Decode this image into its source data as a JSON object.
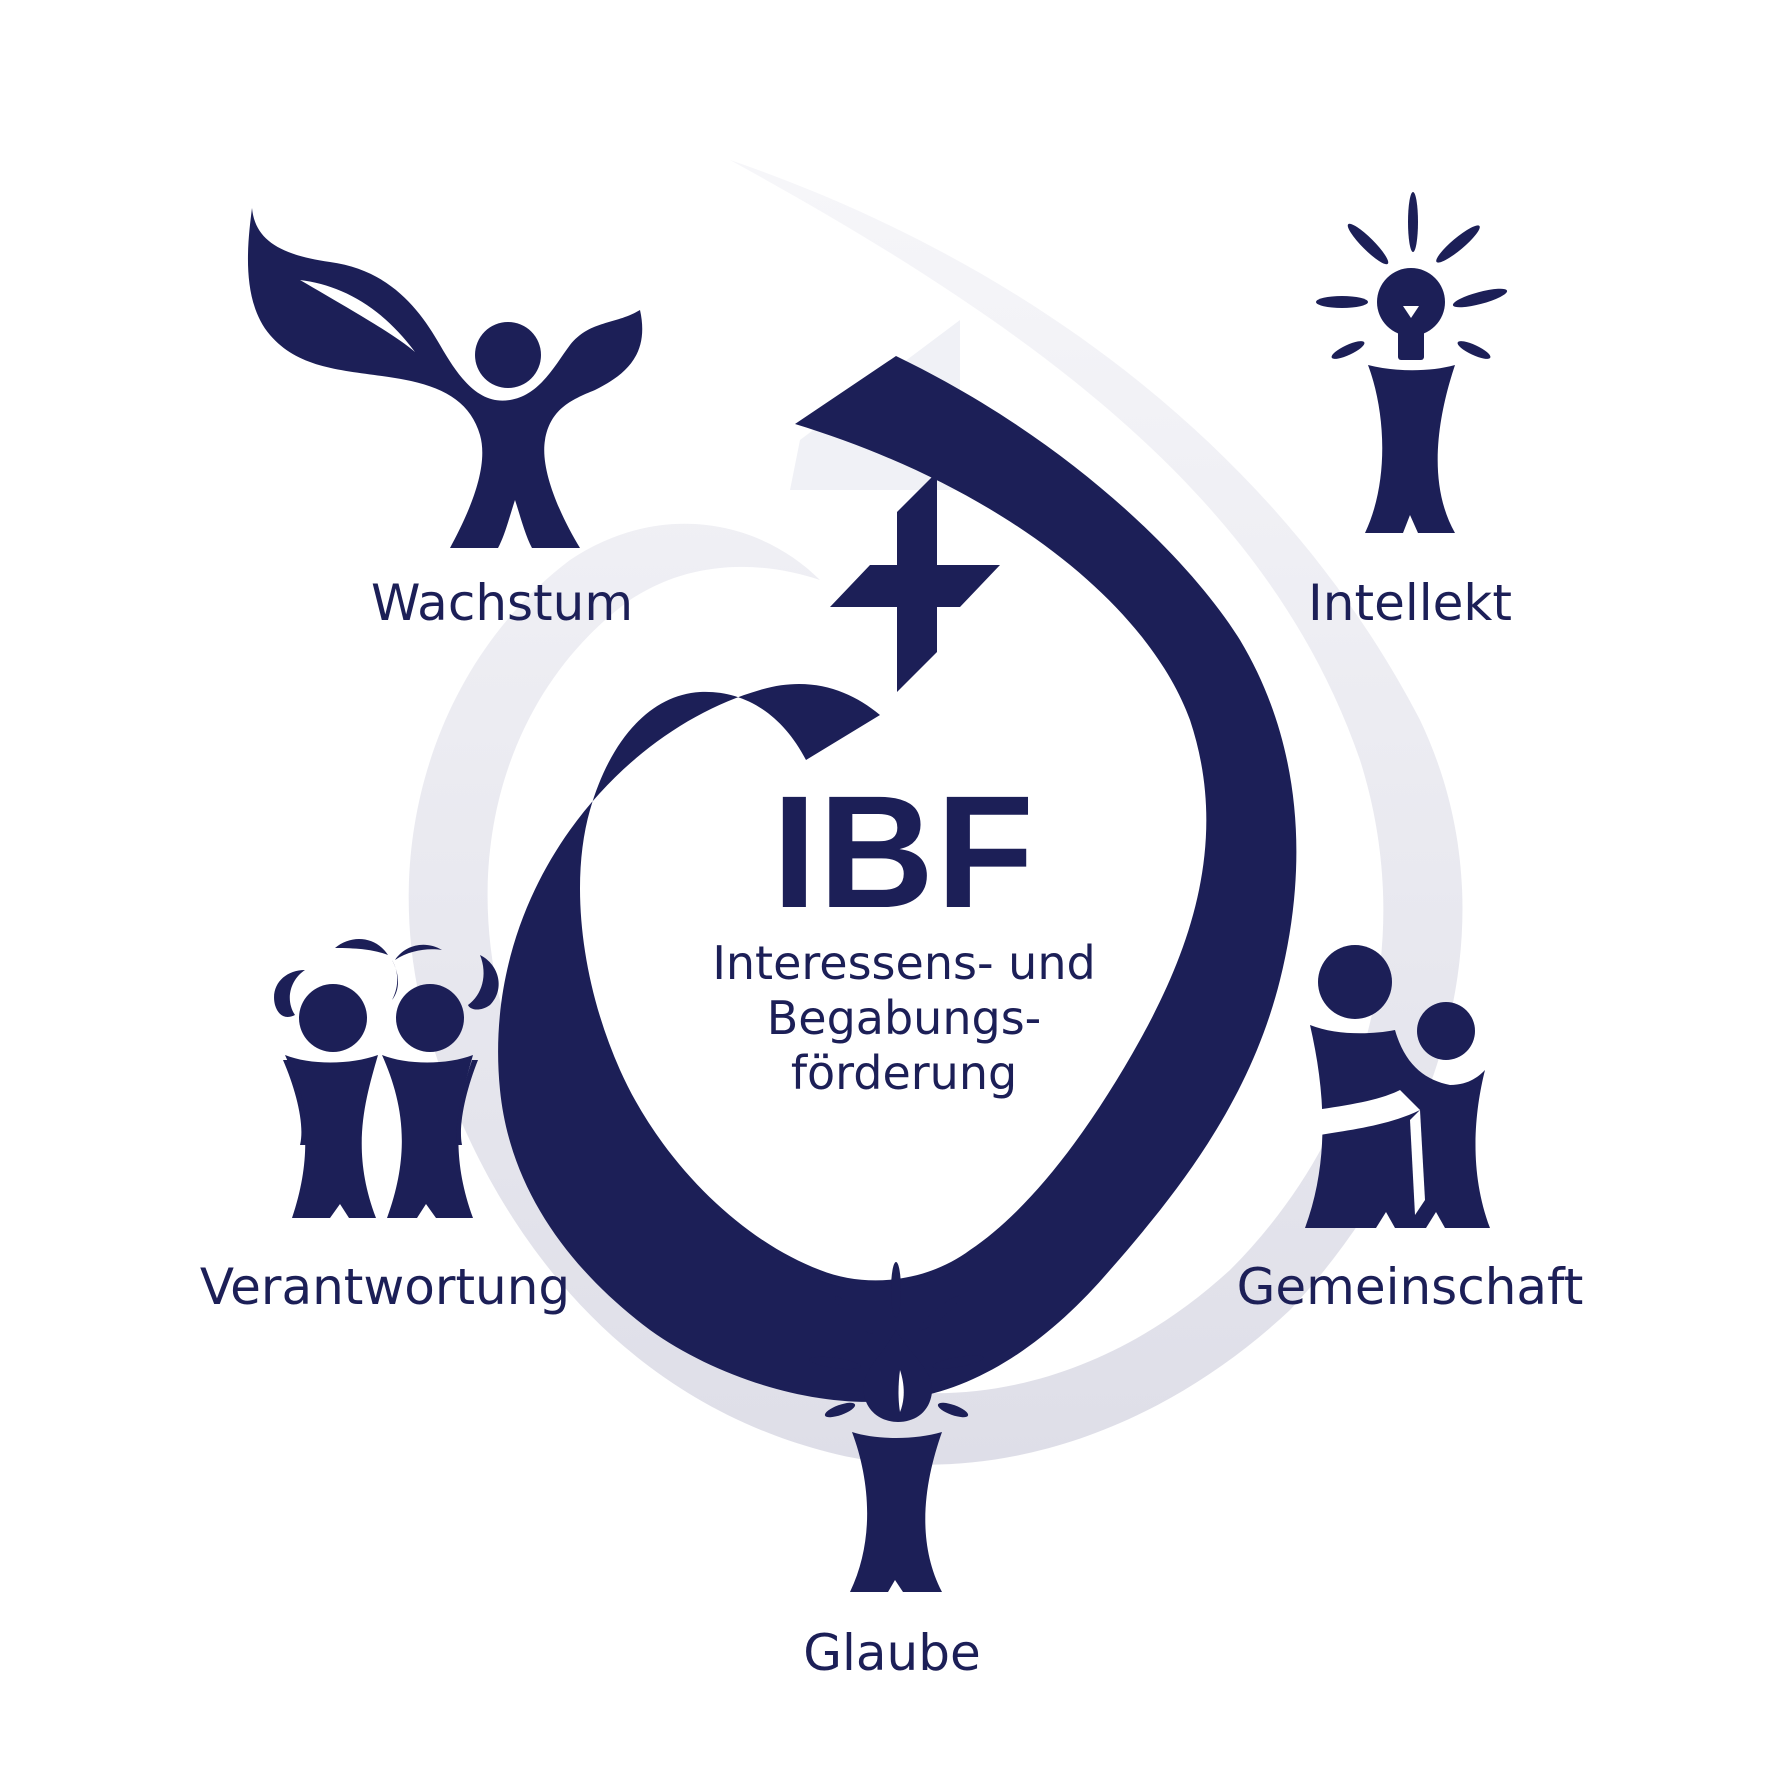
{
  "logo": {
    "abbr": "IBF",
    "subtitle_line1": "Interessens- und",
    "subtitle_line2": "Begabungs-",
    "subtitle_line3": "förderung"
  },
  "pillars": {
    "wachstum": "Wachstum",
    "intellekt": "Intellekt",
    "verantwortung": "Verantwortung",
    "gemeinschaft": "Gemeinschaft",
    "glaube": "Glaube"
  },
  "colors": {
    "primary": "#1c1f57",
    "background_swirl": "#dcdce8"
  },
  "icons": {
    "wachstum": "figure-with-leaf-icon",
    "intellekt": "figure-with-lightbulb-icon",
    "verantwortung": "two-figures-icon",
    "gemeinschaft": "hugging-figures-icon",
    "glaube": "figure-with-flame-icon"
  }
}
